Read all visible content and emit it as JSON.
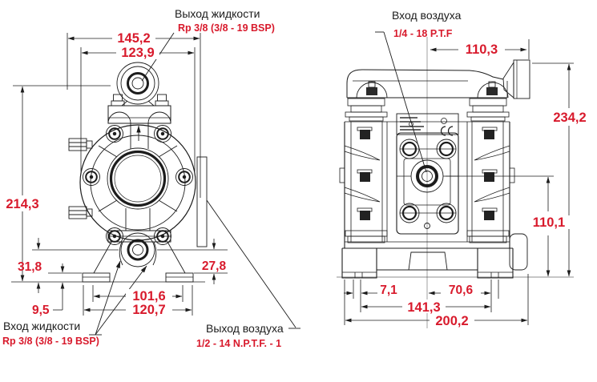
{
  "drawing": {
    "title": "Pump dimensional drawing",
    "colors": {
      "dimension_red": "#d81a2c",
      "line_ink": "#1c1c1c",
      "background": "#ffffff"
    },
    "front_view": {
      "dims": {
        "overall_width": "145,2",
        "body_width": "123,9",
        "outlet_height": "214,3",
        "inlet_offset": "31,8",
        "foot_height": "9,5",
        "foot_height_right": "27,8",
        "foot_slot_span": "101,6",
        "foot_span": "120,7"
      },
      "labels": {
        "liquid_outlet_title": "Выход жидкости",
        "liquid_outlet_spec": "Rp 3/8 (3/8 - 19 BSP)",
        "liquid_inlet_title": "Вход жидкости",
        "liquid_inlet_spec": "Rp 3/8 (3/8 - 19 BSP)",
        "air_outlet_title": "Выход воздуха",
        "air_outlet_spec": "1/2  - 14 N.P.T.F. - 1"
      }
    },
    "side_view": {
      "dims": {
        "muffler_offset": "110,3",
        "overall_height": "234,2",
        "air_inlet_height": "110,1",
        "foot_slot_offset": "7,1",
        "foot_slot_right": "70,6",
        "foot_slot_span": "141,3",
        "base_width": "200,2"
      },
      "labels": {
        "air_inlet_title": "Вход воздуха",
        "air_inlet_spec": "1/4 - 18 P.T.F"
      }
    }
  }
}
